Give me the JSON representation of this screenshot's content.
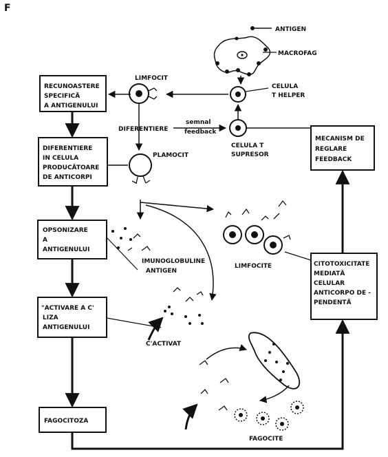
{
  "corner_mark": "F",
  "boxes": {
    "recunoastere": [
      "RECUNOASTERE",
      "SPECIFICĂ",
      "A ANTIGENULUI"
    ],
    "diferentiere": [
      "DIFERENTIERE",
      "IN CELULA",
      "PRODUCĂTOARE",
      "DE ANTICORPI"
    ],
    "opsonizare": [
      "OPSONIZARE",
      "A",
      "ANTIGENULUI"
    ],
    "activare": [
      "\"ACTIVARE A C'",
      "LIZA",
      "ANTIGENULUI"
    ],
    "fagocitoza": [
      "FAGOCITOZA"
    ],
    "mecanism": [
      "MECANISM DE",
      "REGLARE",
      "FEEDBACK"
    ],
    "citotoxicitate": [
      "CITOTOXICITATE",
      "MEDIATĂ",
      "CELULAR",
      "ANTICORPO DE -",
      "PENDENTĂ"
    ]
  },
  "labels": {
    "antigen": "ANTIGEN",
    "macrofag": "MACROFAG",
    "limfocit": "LIMFOCIT",
    "celula_thelper": [
      "CELULA",
      "T HELPER"
    ],
    "diferentiere_arrow": "DIFERENTIERE",
    "semnal": "semnal",
    "feedback": "feedback",
    "celula_tsupresor": [
      "CELULA T",
      "SUPRESOR"
    ],
    "plamocit": "PLAMOCIT",
    "limfocite": "LIMFOCITE",
    "imunoglobuline": [
      "IMUNOGLOBULINE",
      "ANTIGEN"
    ],
    "c_activat": "C'ACTIVAT",
    "fagocite": "FAGOCITE"
  }
}
